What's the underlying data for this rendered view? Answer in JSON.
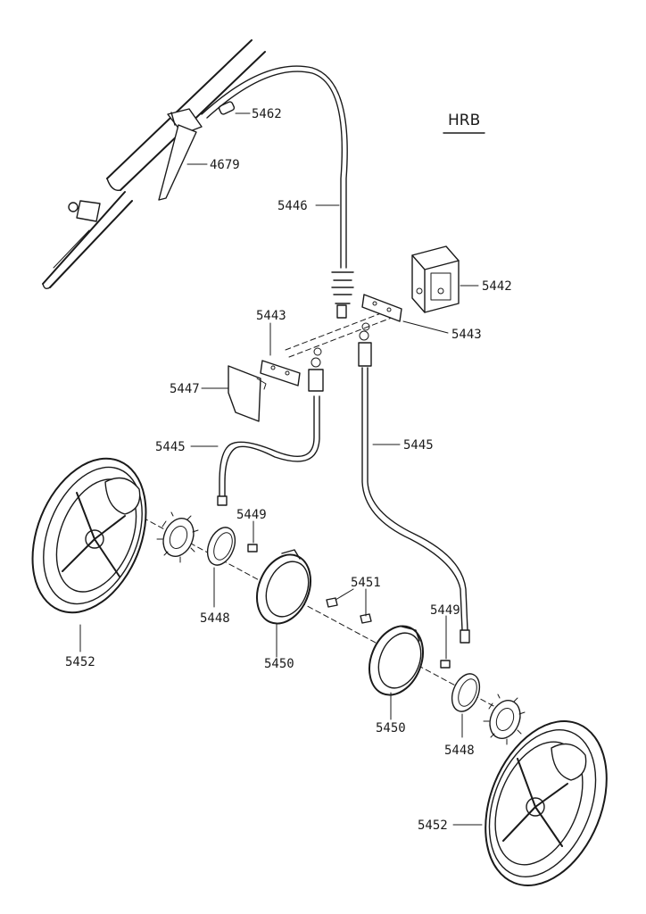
{
  "title": "HRB",
  "labels": {
    "p5462": "5462",
    "p4679": "4679",
    "p5446": "5446",
    "p5442": "5442",
    "p5443a": "5443",
    "p5443b": "5443",
    "p5447": "5447",
    "p5445a": "5445",
    "p5445b": "5445",
    "p5449a": "5449",
    "p5449b": "5449",
    "p5451": "5451",
    "p5448a": "5448",
    "p5448b": "5448",
    "p5450a": "5450",
    "p5450b": "5450",
    "p5452a": "5452",
    "p5452b": "5452"
  }
}
